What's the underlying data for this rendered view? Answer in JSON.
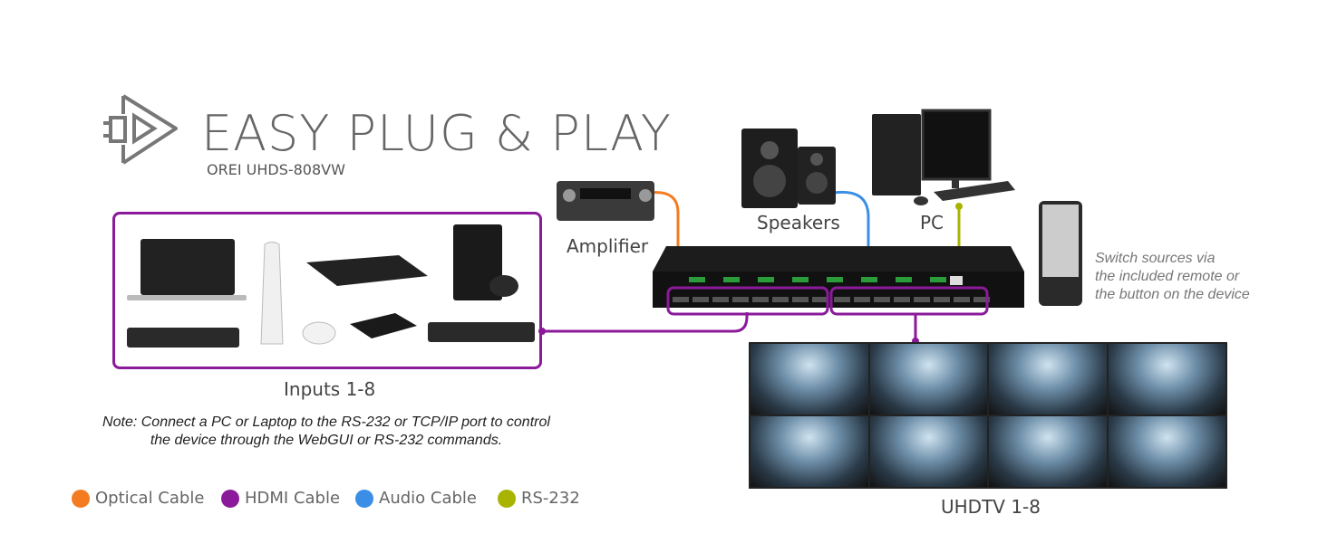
{
  "header": {
    "title": "EASY PLUG & PLAY",
    "subtitle": "OREI UHDS-808VW"
  },
  "labels": {
    "amplifier": "Amplifier",
    "speakers": "Speakers",
    "pc": "PC",
    "inputs": "Inputs 1-8",
    "uhdtv": "UHDTV 1-8"
  },
  "remote_note": [
    "Switch sources via",
    "the included remote or",
    "the button on the device"
  ],
  "note": [
    "Note: Connect a PC or Laptop to the RS-232 or TCP/IP port to control",
    "the device through the WebGUI or RS-232 commands."
  ],
  "legend": [
    {
      "label": "Optical Cable",
      "color": "#f47b20"
    },
    {
      "label": "HDMI Cable",
      "color": "#8b1a9b"
    },
    {
      "label": "Audio Cable",
      "color": "#3a8ee6"
    },
    {
      "label": "RS-232",
      "color": "#a8b400"
    }
  ]
}
